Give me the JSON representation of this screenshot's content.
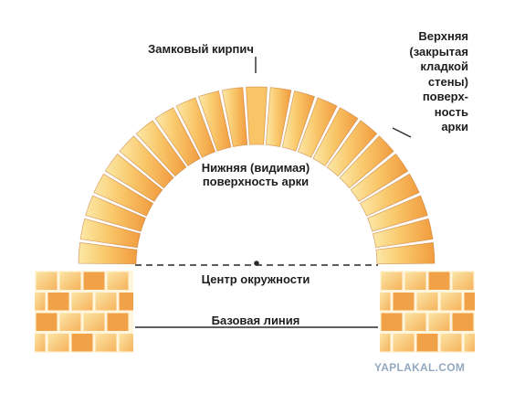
{
  "labels": {
    "keystone": "Замковый кирпич",
    "extrados": [
      "Верхняя",
      "(закрытая",
      "кладкой",
      "стены)",
      "поверх-",
      "ность",
      "арки"
    ],
    "intrados": [
      "Нижняя (видимая)",
      "поверхность арки"
    ],
    "center": "Центр окружности",
    "baseline": "Базовая линия"
  },
  "watermark": "YAPLAKAL.COM",
  "colors": {
    "brick_light": "#fce7a0",
    "brick_mid": "#f8c465",
    "brick_dark": "#f09a3c",
    "outline": "#2a2a2a"
  }
}
